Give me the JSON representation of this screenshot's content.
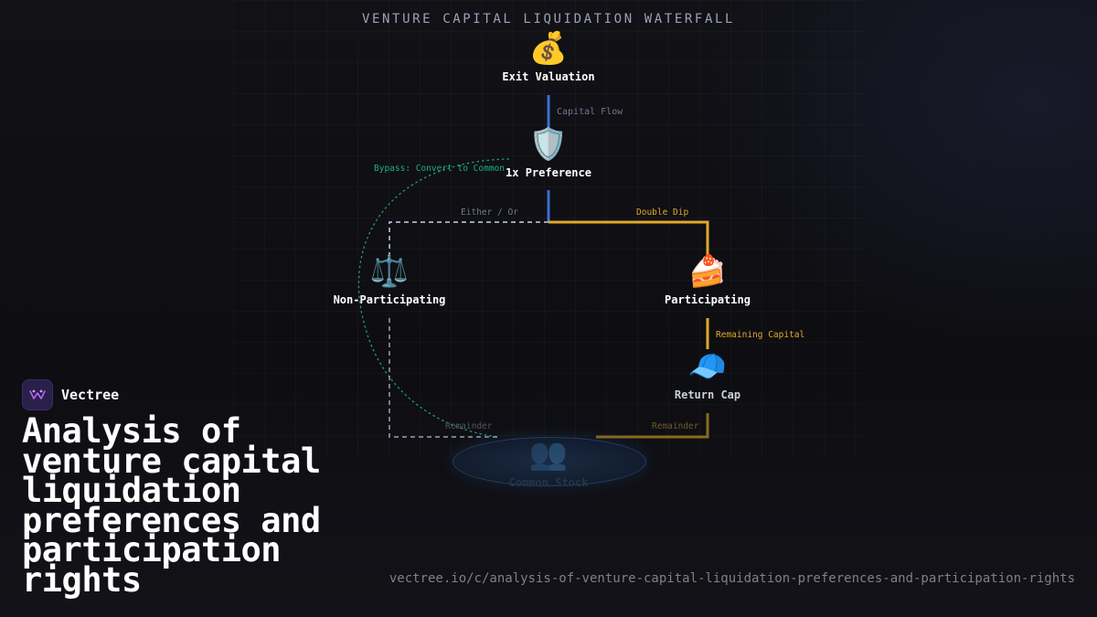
{
  "diagram": {
    "title": "VENTURE CAPITAL LIQUIDATION WATERFALL",
    "nodes": {
      "exit": {
        "icon": "💰",
        "icon_name": "money-bag-icon",
        "label": "Exit Valuation"
      },
      "preference": {
        "icon": "🛡️",
        "icon_name": "shield-icon",
        "label": "1x Preference"
      },
      "non_participating": {
        "icon": "⚖️",
        "icon_name": "scales-icon",
        "label": "Non-Participating"
      },
      "participating": {
        "icon": "🍰",
        "icon_name": "cake-slice-icon",
        "label": "Participating"
      },
      "return_cap": {
        "icon": "🧢",
        "icon_name": "cap-icon",
        "label": "Return Cap"
      },
      "common": {
        "icon": "👥",
        "icon_name": "people-icon",
        "label": "Common Stock"
      }
    },
    "edges": {
      "capital_flow": "Capital Flow",
      "bypass": "Bypass: Convert to Common",
      "either_or": "Either / Or",
      "double_dip": "Double Dip",
      "remaining_capital": "Remaining Capital",
      "remainder_left": "Remainder",
      "remainder_right": "Remainder"
    },
    "colors": {
      "flow_blue": "#3b6fd6",
      "gold": "#e0a92a",
      "gray_dashed": "#9aa3b5",
      "bypass_teal": "#1fae7c",
      "dim_gold": "#8a6a1e"
    }
  },
  "brand": {
    "name": "Vectree",
    "headline": "Analysis of venture capital liquidation preferences and participation rights",
    "url": "vectree.io/c/analysis-of-venture-capital-liquidation-preferences-and-participation-rights"
  }
}
